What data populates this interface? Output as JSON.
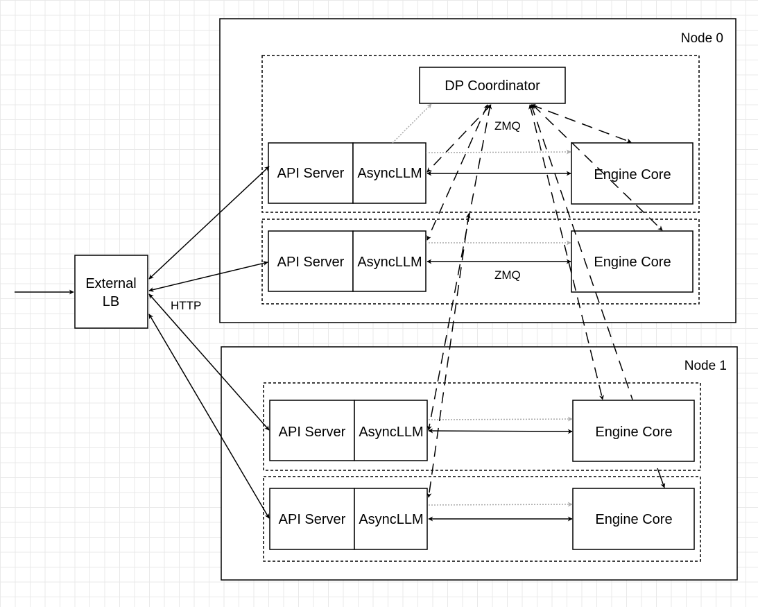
{
  "diagram": {
    "node0_label": "Node 0",
    "node1_label": "Node 1",
    "dp_coordinator": "DP Coordinator",
    "external_lb": [
      "External",
      "LB"
    ],
    "api_server": "API Server",
    "async_llm": "AsyncLLM",
    "engine_core": "Engine Core",
    "labels": {
      "http": "HTTP",
      "zmq": "ZMQ"
    },
    "colors": {
      "stroke": "#000000",
      "dotted_arrow": "#aaaaaa",
      "grid": "#e9e9e9"
    }
  }
}
